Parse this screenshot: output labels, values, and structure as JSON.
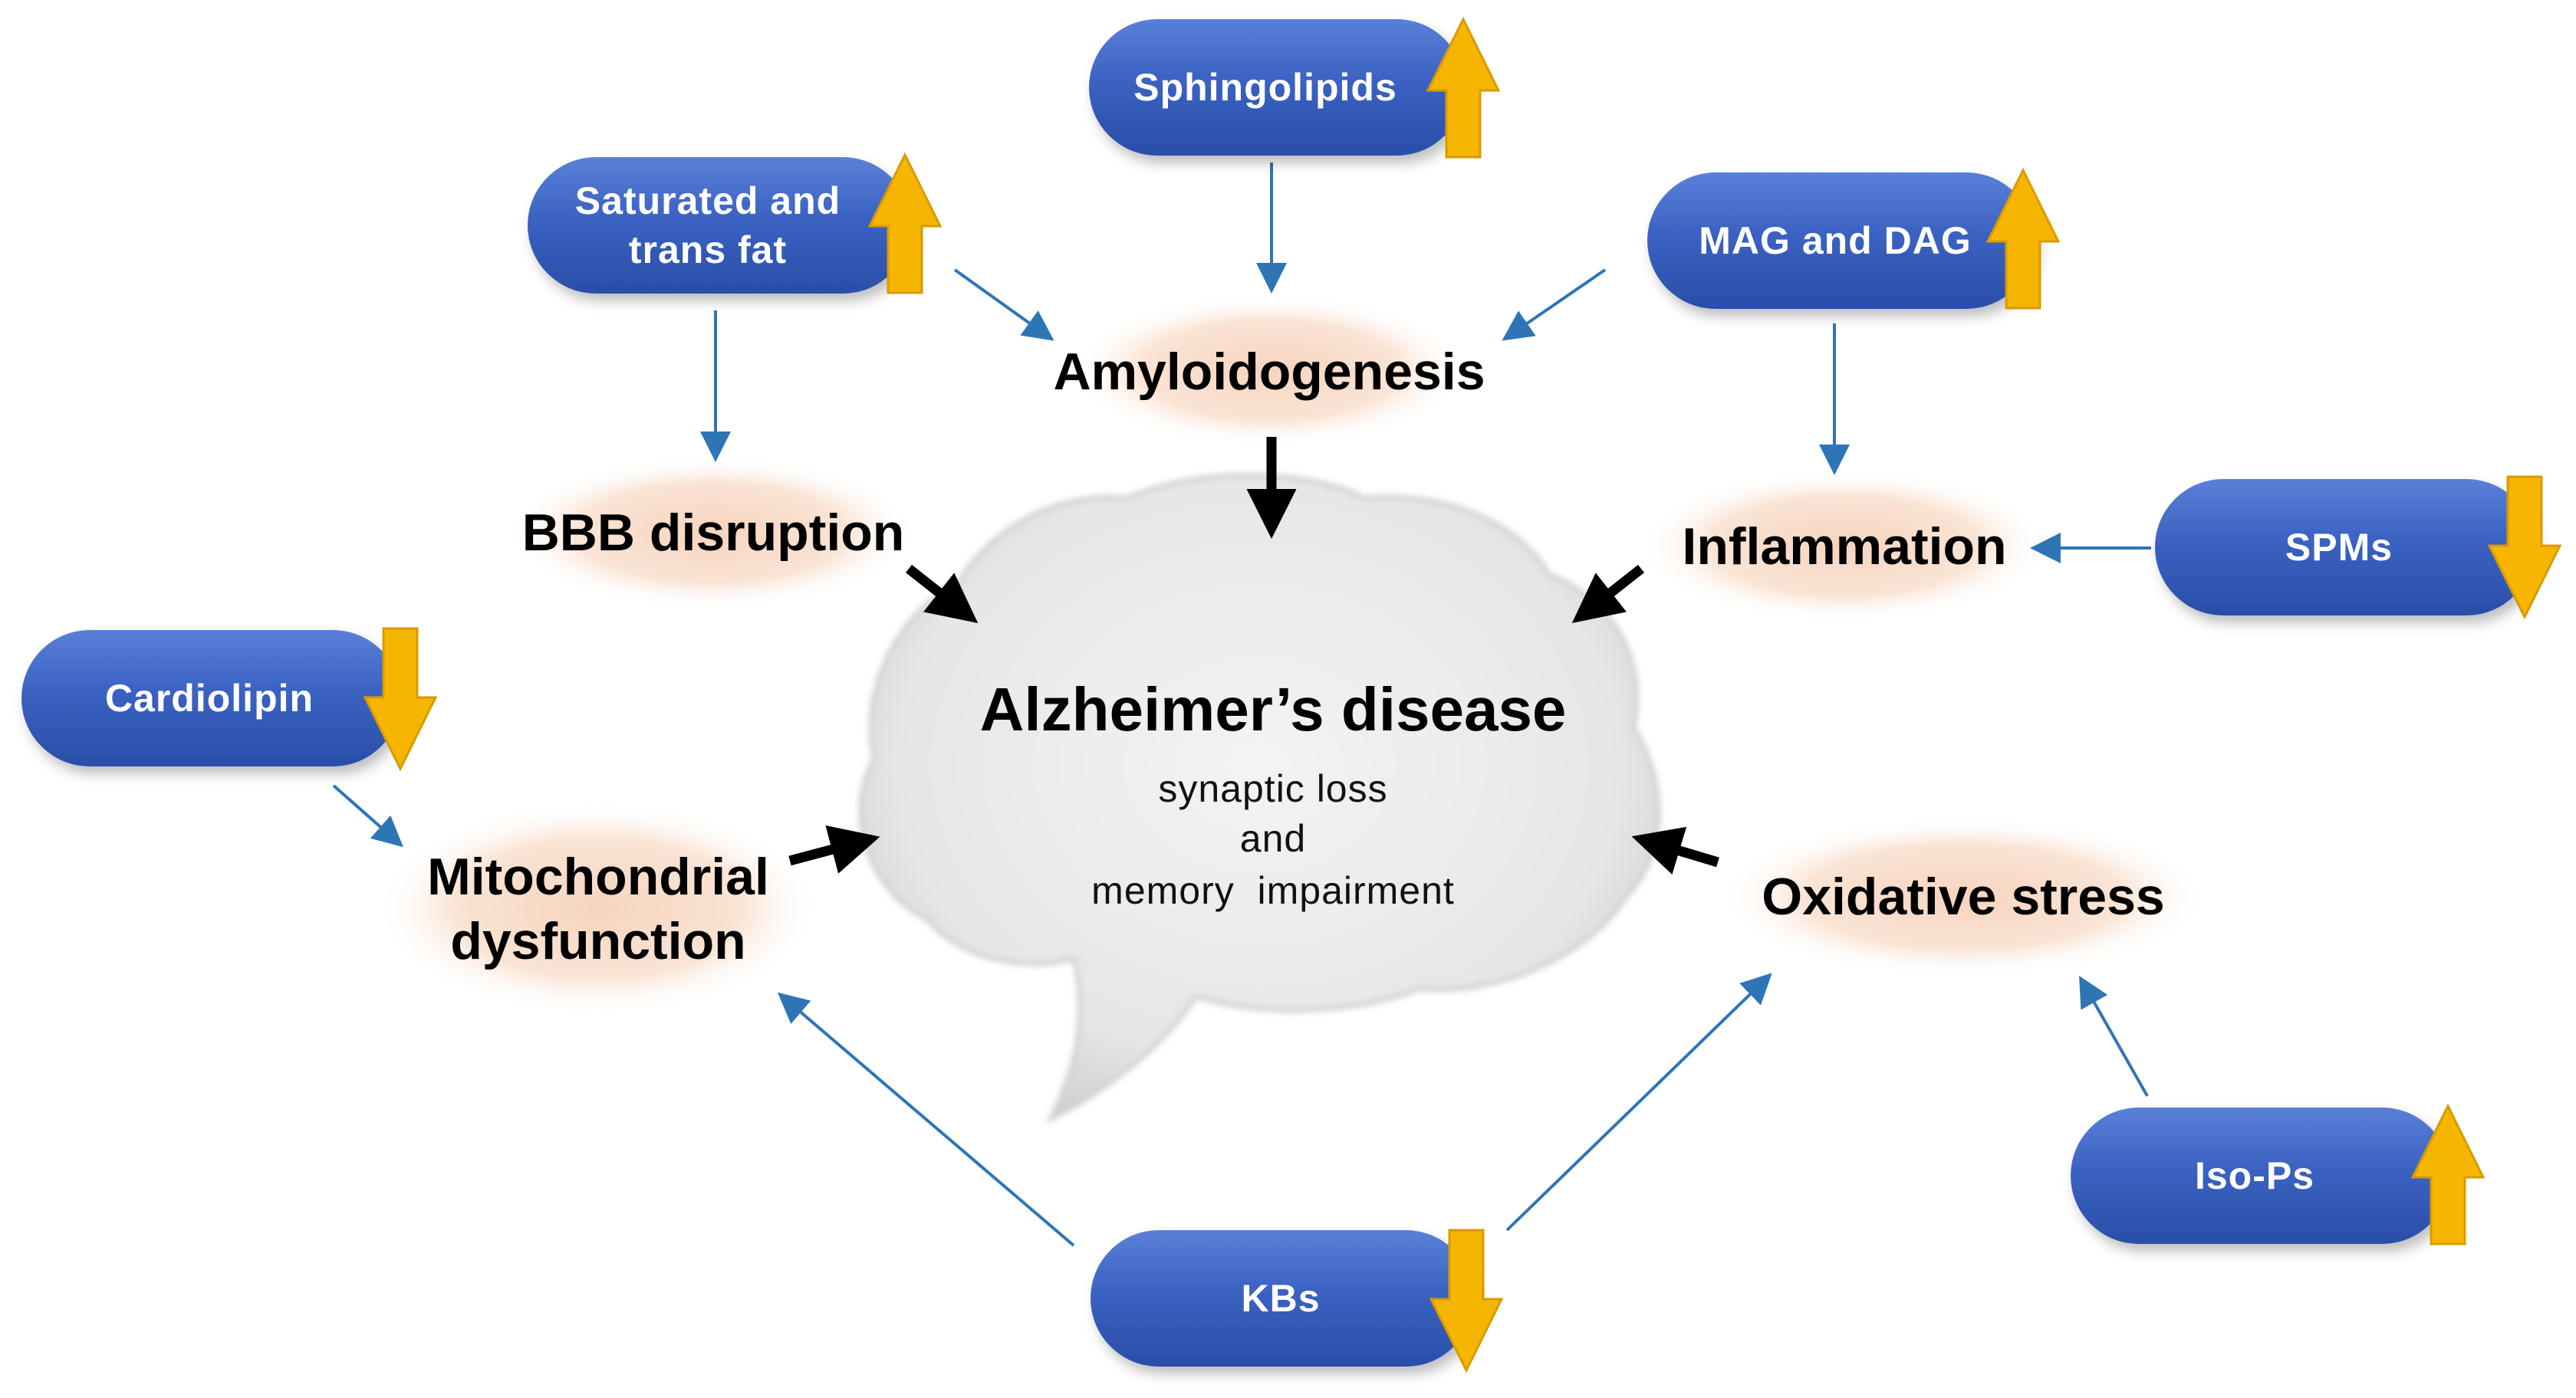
{
  "center": {
    "title": "Alzheimer’s disease",
    "line1": "synaptic loss",
    "line2": "and",
    "line3": "memory  impairment"
  },
  "processes": {
    "amyloidogenesis": "Amyloidogenesis",
    "bbb": "BBB disruption",
    "inflammation": "Inflammation",
    "mitochondrial_l1": "Mitochondrial",
    "mitochondrial_l2": "dysfunction",
    "oxidative": "Oxidative stress"
  },
  "lipids": {
    "sphingolipids": {
      "label": "Sphingolipids",
      "trend": "up"
    },
    "saturated_l1": "Saturated and",
    "saturated_l2": "trans fat",
    "saturated_trend": "up",
    "mag_dag": {
      "label": "MAG and DAG",
      "trend": "up"
    },
    "spms": {
      "label": "SPMs",
      "trend": "down"
    },
    "cardiolipin": {
      "label": "Cardiolipin",
      "trend": "down"
    },
    "iso_ps": {
      "label": "Iso-Ps",
      "trend": "up"
    },
    "kbs": {
      "label": "KBs",
      "trend": "down"
    }
  },
  "colors": {
    "pill_blue": "#3b62c2",
    "trend_arrow": "#f5b500",
    "process_glow": "#f8dcc8",
    "cloud": "#e9e9e9",
    "thin_arrow": "#2e75b6"
  }
}
